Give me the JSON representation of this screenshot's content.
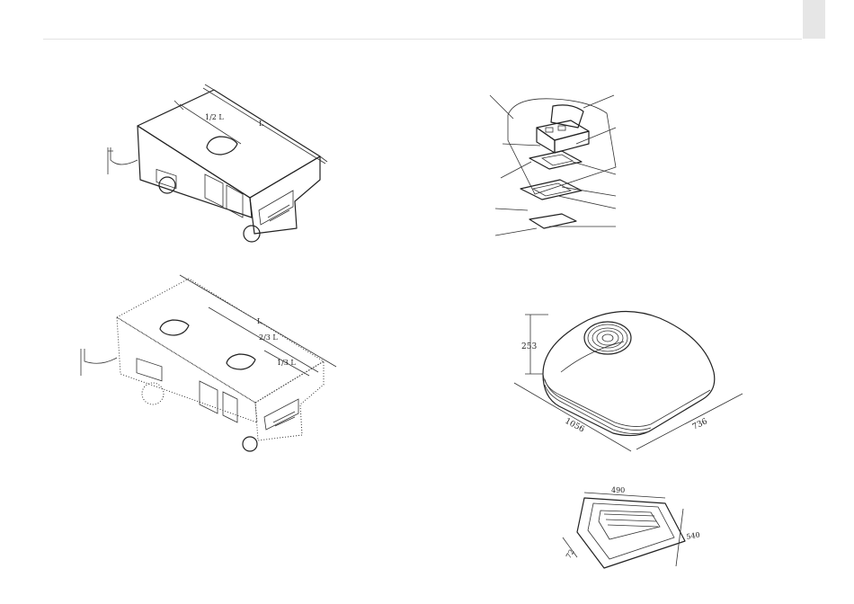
{
  "rv_single": {
    "overall_length_label": "L",
    "unit_position_label": "1/2 L"
  },
  "rv_double": {
    "overall_length_label": "L",
    "front_unit_label": "2/3 L",
    "rear_unit_label": "1/3 L"
  },
  "roof_unit": {
    "height_label": "253",
    "length_label": "1056",
    "width_label": "736"
  },
  "ceiling_grille": {
    "width_label": "490",
    "depth_label": "540",
    "thickness_label": "72"
  }
}
